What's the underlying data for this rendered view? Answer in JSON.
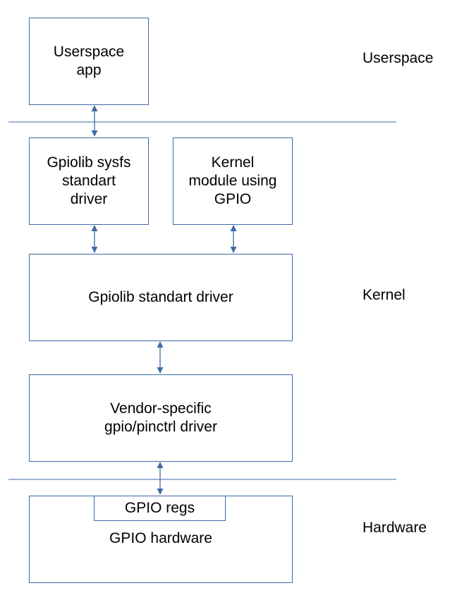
{
  "diagram": {
    "layers": {
      "userspace": "Userspace",
      "kernel": "Kernel",
      "hardware": "Hardware"
    },
    "boxes": {
      "userspace_app": "Userspace\napp",
      "gpiolib_sysfs": "Gpiolib sysfs\nstandart\ndriver",
      "kernel_module": "Kernel\nmodule using\nGPIO",
      "gpiolib_driver": "Gpiolib standart driver",
      "vendor_driver": "Vendor-specific\ngpio/pinctrl driver",
      "gpio_hardware": "GPIO hardware",
      "gpio_regs": "GPIO regs"
    },
    "colors": {
      "outline": "#3c6aa5",
      "text": "#000000",
      "background": "#ffffff"
    }
  }
}
